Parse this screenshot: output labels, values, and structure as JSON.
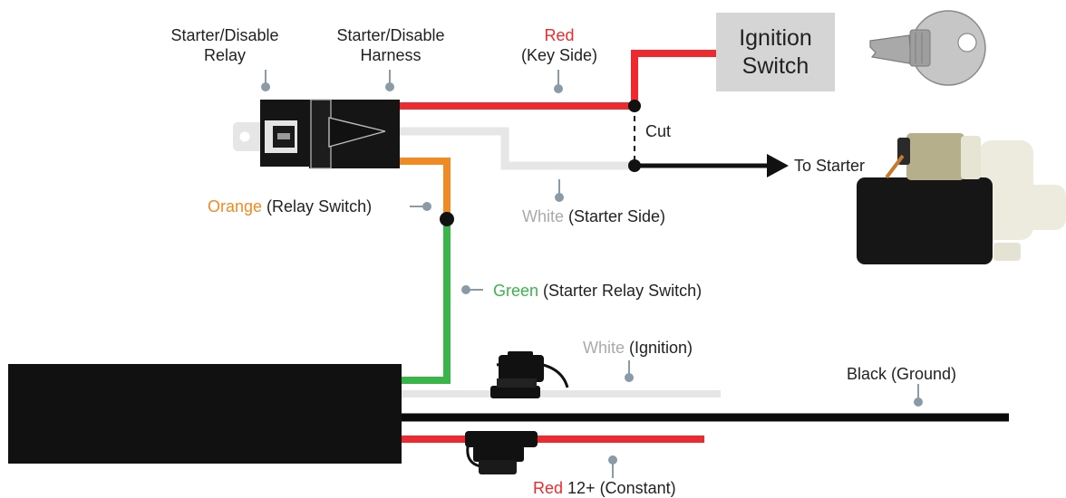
{
  "labels": {
    "relay_line1": "Starter/Disable",
    "relay_line2": "Relay",
    "harness_line1": "Starter/Disable",
    "harness_line2": "Harness",
    "red_key_line1": "Red",
    "red_key_line2": "(Key Side)",
    "ignition_line1": "Ignition",
    "ignition_line2": "Switch",
    "cut": "Cut",
    "to_starter": "To Starter",
    "orange_color": "Orange",
    "orange_desc": " (Relay Switch)",
    "white_starter_color": "White",
    "white_starter_desc": " (Starter Side)",
    "green_color": "Green",
    "green_desc": " (Starter Relay Switch)",
    "white_ign_color": "White",
    "white_ign_desc": " (Ignition)",
    "black_ground": "Black (Ground)",
    "red_const_color": "Red",
    "red_const_desc": " 12+ (Constant)"
  },
  "colors": {
    "red_wire": "#ee2a2e",
    "white_wire": "#e6e6e6",
    "orange_wire": "#f08a24",
    "green_wire": "#3ab54a",
    "black_wire": "#111111",
    "pointer": "#8a9aa6"
  },
  "icons": [
    "ignition-key-icon",
    "starter-motor-icon",
    "relay-icon",
    "fuse-holder-icon"
  ]
}
